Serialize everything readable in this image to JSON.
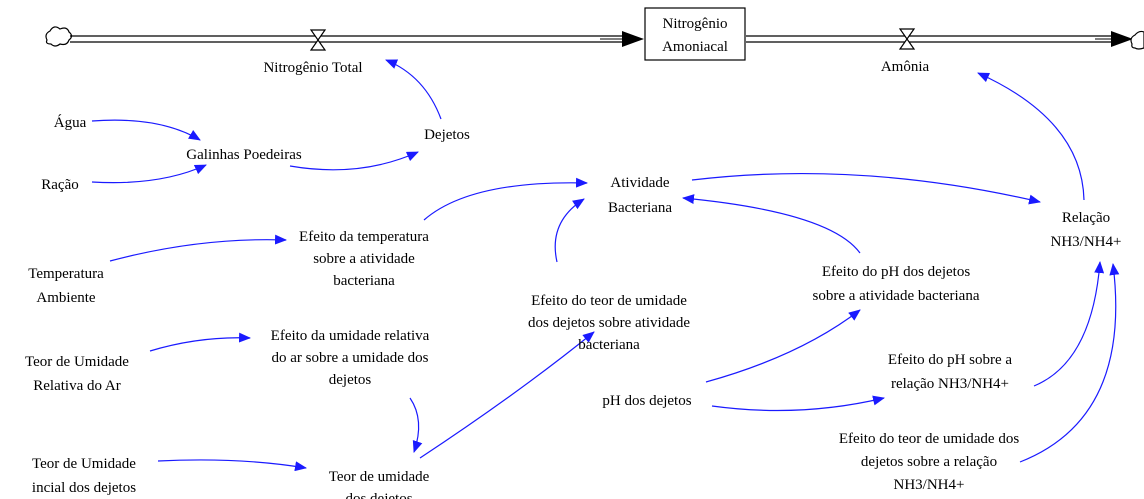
{
  "colors": {
    "link": "#1a1aff",
    "flow": "#000000",
    "text": "#000000",
    "background": "#ffffff"
  },
  "stock": {
    "name": [
      "Nitrogênio",
      "Amoniacal"
    ]
  },
  "flows": {
    "nitrogenio_total": "Nitrogênio Total",
    "amonia": "Amônia"
  },
  "variables": {
    "agua": [
      "Água"
    ],
    "racao": [
      "Ração"
    ],
    "galinhas": [
      "Galinhas Poedeiras"
    ],
    "dejetos": [
      "Dejetos"
    ],
    "atividade": [
      "Atividade",
      "Bacteriana"
    ],
    "relacao": [
      "Relação",
      "NH3/NH4+"
    ],
    "temperatura": [
      "Temperatura",
      "Ambiente"
    ],
    "efeito_temp": [
      "Efeito da temperatura",
      "sobre a atividade",
      "bacteriana"
    ],
    "efeito_teor_ativ": [
      "Efeito do teor de umidade",
      "dos dejetos sobre atividade",
      "bacteriana"
    ],
    "efeito_ph_ativ": [
      "Efeito do pH dos dejetos",
      "sobre a atividade bacteriana"
    ],
    "teor_ur_ar": [
      "Teor de Umidade",
      "Relativa do Ar"
    ],
    "efeito_ur": [
      "Efeito da umidade relativa",
      "do ar sobre a umidade dos",
      "dejetos"
    ],
    "ph_dejetos": [
      "pH dos dejetos"
    ],
    "efeito_ph_rel": [
      "Efeito do pH sobre a",
      "relação NH3/NH4+"
    ],
    "teor_inicial": [
      "Teor de Umidade",
      "incial dos dejetos"
    ],
    "teor_umidade": [
      "Teor de umidade",
      "dos dejetos"
    ],
    "efeito_teor_rel": [
      "Efeito do teor de umidade dos",
      "dejetos sobre a relação",
      "NH3/NH4+"
    ]
  }
}
